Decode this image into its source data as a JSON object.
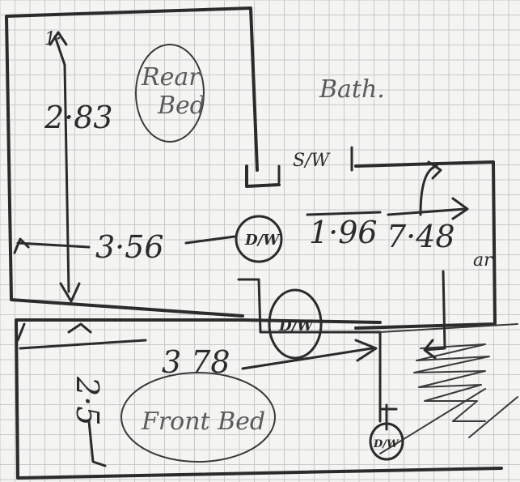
{
  "rooms": {
    "rear_bed": [
      "Rear",
      "Bed"
    ],
    "bath": "Bath.",
    "front_bed": "Front Bed"
  },
  "dimensions": {
    "rear_bed_depth": "2·83",
    "rear_bed_width": "3·56",
    "hall_length": "1·96",
    "bath_width": "7·48",
    "bath_suffix": "ar",
    "front_bed_width": "3 78",
    "front_bed_depth": "2·5"
  },
  "fixtures": {
    "shower_window": "S/W",
    "dw_hall": "D/W",
    "dw_front": "D/W",
    "dw_bottom": "D/W"
  },
  "marks": {
    "rear_bed_top_tick": "1·"
  },
  "colors": {
    "ink": "#2b2b2b",
    "grid": "#c9c9c9",
    "paper": "#f4f4f2"
  }
}
